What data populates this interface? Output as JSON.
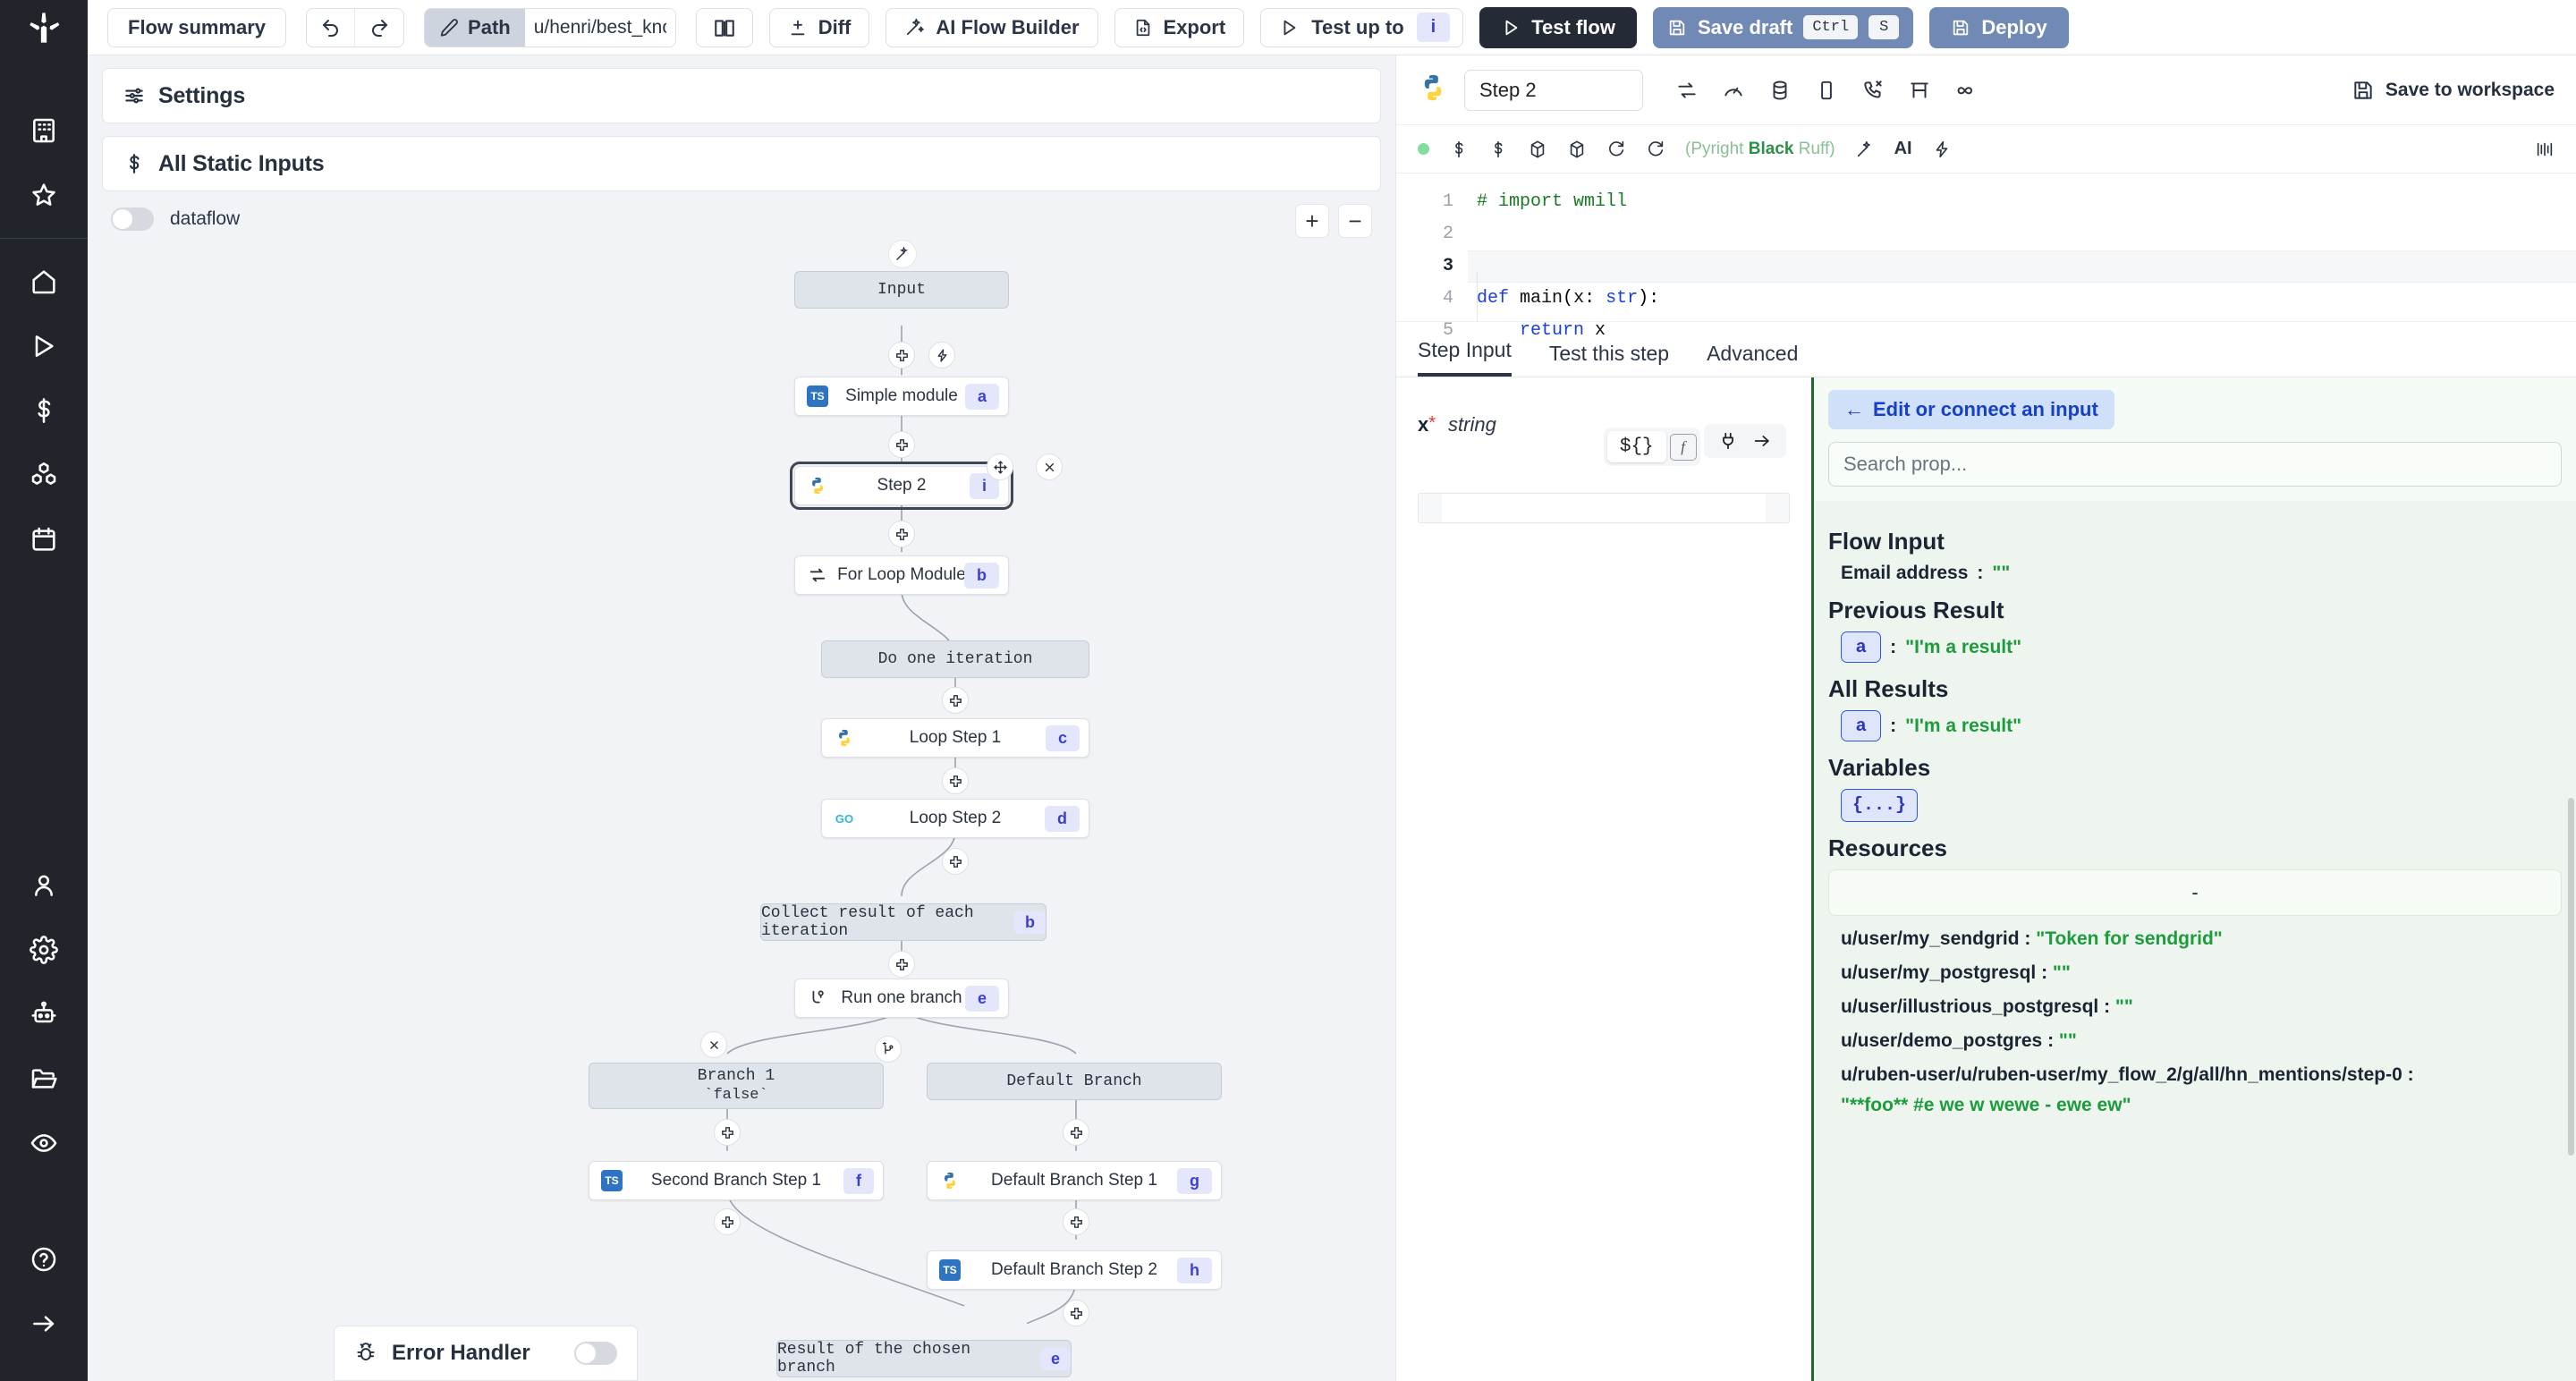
{
  "topbar": {
    "flow_summary_label": "Flow summary",
    "undo_icon": "undo-icon",
    "redo_icon": "redo-icon",
    "path_label": "Path",
    "path_value": "u/henri/best_known",
    "book_icon": "book-icon",
    "diff_label": "Diff",
    "ai_flow_builder_label": "AI Flow Builder",
    "export_label": "Export",
    "test_up_to_label": "Test up to",
    "test_up_to_badge": "i",
    "test_flow_label": "Test flow",
    "save_draft_label": "Save draft",
    "save_draft_key1": "Ctrl",
    "save_draft_key2": "S",
    "deploy_label": "Deploy"
  },
  "rail": {
    "logo_icon": "windmill-logo-icon",
    "items": [
      {
        "icon": "building-icon",
        "name": "workspace"
      },
      {
        "icon": "star-icon",
        "name": "favorites"
      },
      {
        "icon": "home-icon",
        "name": "home"
      },
      {
        "icon": "play-icon",
        "name": "runs"
      },
      {
        "icon": "dollar-icon",
        "name": "variables"
      },
      {
        "icon": "blocks-icon",
        "name": "resources"
      },
      {
        "icon": "calendar-icon",
        "name": "schedules"
      },
      {
        "icon": "user-icon",
        "name": "users"
      },
      {
        "icon": "gear-icon",
        "name": "settings"
      },
      {
        "icon": "robot-icon",
        "name": "workers"
      },
      {
        "icon": "folder-icon",
        "name": "folders"
      },
      {
        "icon": "eye-icon",
        "name": "audit-logs"
      }
    ],
    "bottom": [
      {
        "icon": "help-circle-icon",
        "name": "help"
      },
      {
        "icon": "arrow-right-icon",
        "name": "collapse"
      }
    ]
  },
  "left_panel": {
    "settings_label": "Settings",
    "settings_icon": "sliders-icon",
    "static_inputs_label": "All Static Inputs",
    "static_inputs_icon": "dollar-icon",
    "dataflow_label": "dataflow",
    "dataflow_enabled": false,
    "zoom_in": "+",
    "zoom_out": "−",
    "ai_wand_icon": "wand-icon"
  },
  "graph": {
    "nodes": [
      {
        "id": "input",
        "label": "Input",
        "kind": "virtual",
        "badge": "",
        "lang": ""
      },
      {
        "id": "a",
        "label": "Simple module",
        "kind": "step",
        "badge": "a",
        "lang": "ts"
      },
      {
        "id": "step2",
        "label": "Step 2",
        "kind": "step",
        "badge": "i",
        "lang": "python",
        "selected": true
      },
      {
        "id": "b",
        "label": "For Loop Module",
        "kind": "step",
        "badge": "b",
        "lang": "loop"
      },
      {
        "id": "iter",
        "label": "Do one iteration",
        "kind": "virtual",
        "badge": "",
        "lang": ""
      },
      {
        "id": "c",
        "label": "Loop Step 1",
        "kind": "step",
        "badge": "c",
        "lang": "python"
      },
      {
        "id": "d",
        "label": "Loop Step 2",
        "kind": "step",
        "badge": "d",
        "lang": "go"
      },
      {
        "id": "collect",
        "label": "Collect result of each iteration",
        "kind": "virtual",
        "badge": "b",
        "lang": ""
      },
      {
        "id": "e",
        "label": "Run one branch",
        "kind": "step",
        "badge": "e",
        "lang": "branch"
      },
      {
        "id": "br1",
        "label": "Branch 1",
        "kind": "virtual",
        "badge": "",
        "sublabel": "`false`"
      },
      {
        "id": "brd",
        "label": "Default Branch",
        "kind": "virtual",
        "badge": "",
        "lang": ""
      },
      {
        "id": "f",
        "label": "Second Branch Step 1",
        "kind": "step",
        "badge": "f",
        "lang": "ts"
      },
      {
        "id": "g",
        "label": "Default Branch Step 1",
        "kind": "step",
        "badge": "g",
        "lang": "python"
      },
      {
        "id": "h",
        "label": "Default Branch Step 2",
        "kind": "step",
        "badge": "h",
        "lang": "ts"
      },
      {
        "id": "res",
        "label": "Result of the chosen branch",
        "kind": "virtual",
        "badge": "e",
        "lang": ""
      }
    ],
    "error_handler_label": "Error Handler",
    "error_handler_enabled": false,
    "error_handler_icon": "bug-icon"
  },
  "right": {
    "lang_icon": "python-icon",
    "step_name": "Step 2",
    "header_icons": [
      "loop-icon",
      "gauge-icon",
      "database-icon",
      "square-icon",
      "phone-call-icon",
      "bracket-icon",
      "infinity-icon"
    ],
    "save_to_workspace_label": "Save to workspace",
    "save_icon": "save-icon",
    "tool_icons": [
      "status-dot",
      "dollar-icon",
      "dollar-icon",
      "package-icon",
      "package-icon",
      "refresh-icon",
      "refresh-cw-icon"
    ],
    "linters": "(Pyright Black Ruff)",
    "linter_parts": [
      "Pyright",
      "Black",
      "Ruff"
    ],
    "ai_label": "AI",
    "ai_icon": "wand-icon",
    "lightning_icon": "lightning-icon",
    "minimap_icon": "minimap-icon",
    "code_lines": [
      {
        "no": "1",
        "text": "# import wmill",
        "type": "comment"
      },
      {
        "no": "2",
        "text": "",
        "type": "blank"
      },
      {
        "no": "3",
        "text": "",
        "type": "active"
      },
      {
        "no": "4",
        "text": "def main(x: str):",
        "type": "def"
      },
      {
        "no": "5",
        "text": "    return x",
        "type": "return"
      }
    ],
    "tabs": [
      {
        "label": "Step Input",
        "active": true
      },
      {
        "label": "Test this step",
        "active": false
      },
      {
        "label": "Advanced",
        "active": false
      }
    ],
    "arg": {
      "name": "x",
      "required_mark": "*",
      "type": "string",
      "expr_button": "${}",
      "fn_button": "f",
      "plug_icon": "plug-icon",
      "arrow_icon": "arrow-right-icon",
      "value": ""
    },
    "connector": {
      "edit_label": "Edit or connect an input",
      "back_arrow": "←",
      "search_placeholder": "Search prop...",
      "search_value": "",
      "sections": [
        {
          "title": "Flow Input",
          "rows": [
            {
              "key": "Email address",
              "chip": null,
              "value": "\"\""
            }
          ]
        },
        {
          "title": "Previous Result",
          "rows": [
            {
              "key": null,
              "chip": "a",
              "value": "\"I'm a result\""
            }
          ]
        },
        {
          "title": "All Results",
          "rows": [
            {
              "key": null,
              "chip": "a",
              "value": "\"I'm a result\""
            }
          ]
        },
        {
          "title": "Variables",
          "rows": [
            {
              "key": null,
              "chip": "{...}",
              "value": ""
            }
          ]
        },
        {
          "title": "Resources",
          "placeholder_box": "-",
          "rows": [
            {
              "key": "u/user/my_sendgrid",
              "value": "\"Token for sendgrid\""
            },
            {
              "key": "u/user/my_postgresql",
              "value": "\"\""
            },
            {
              "key": "u/user/illustrious_postgresql",
              "value": "\"\""
            },
            {
              "key": "u/user/demo_postgres",
              "value": "\"\""
            },
            {
              "key": "u/ruben-user/u/ruben-user/my_flow_2/g/all/hn_mentions/step-0",
              "value": ""
            },
            {
              "key": "",
              "value": "\"**foo** #e we w wewe - ewe ew\""
            }
          ]
        }
      ]
    }
  },
  "colors": {
    "accent": "#2b3545",
    "rail_bg": "#21252b",
    "badge_bg": "#e4e7fb",
    "badge_fg": "#3b3fd4",
    "green_border": "#1e6b32",
    "green_bg": "#eef5ee",
    "value_green": "#1c9c3c",
    "blue_btn": "#7089b5"
  }
}
